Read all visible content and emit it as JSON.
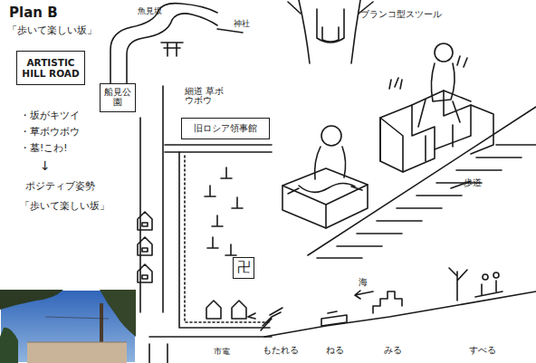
{
  "diagram": {
    "title": "Plan B",
    "nodes": [
      {
        "text": [
          "ARTISTIC HILL ROAD"
        ]
      },
      {
        "text": [
          "船見公園"
        ]
      },
      {
        "text": [
          "旧ロシア領事館"
        ]
      },
      {
        "text": [
          "卍"
        ]
      }
    ],
    "labels": [
      "「歩いて楽しい坂」",
      "・坂がキツイ",
      "・草ボウボウ",
      "・墓!こわ!",
      "↓",
      "ポジティブ姿勢",
      "「歩いて楽しい坂」",
      "魚見坂",
      "神社",
      "細道 草ボウボウ",
      "ブランコ型スツール",
      "歩道",
      "海",
      "市電",
      "もたれる",
      "ねる",
      "みる",
      "すべる"
    ]
  }
}
